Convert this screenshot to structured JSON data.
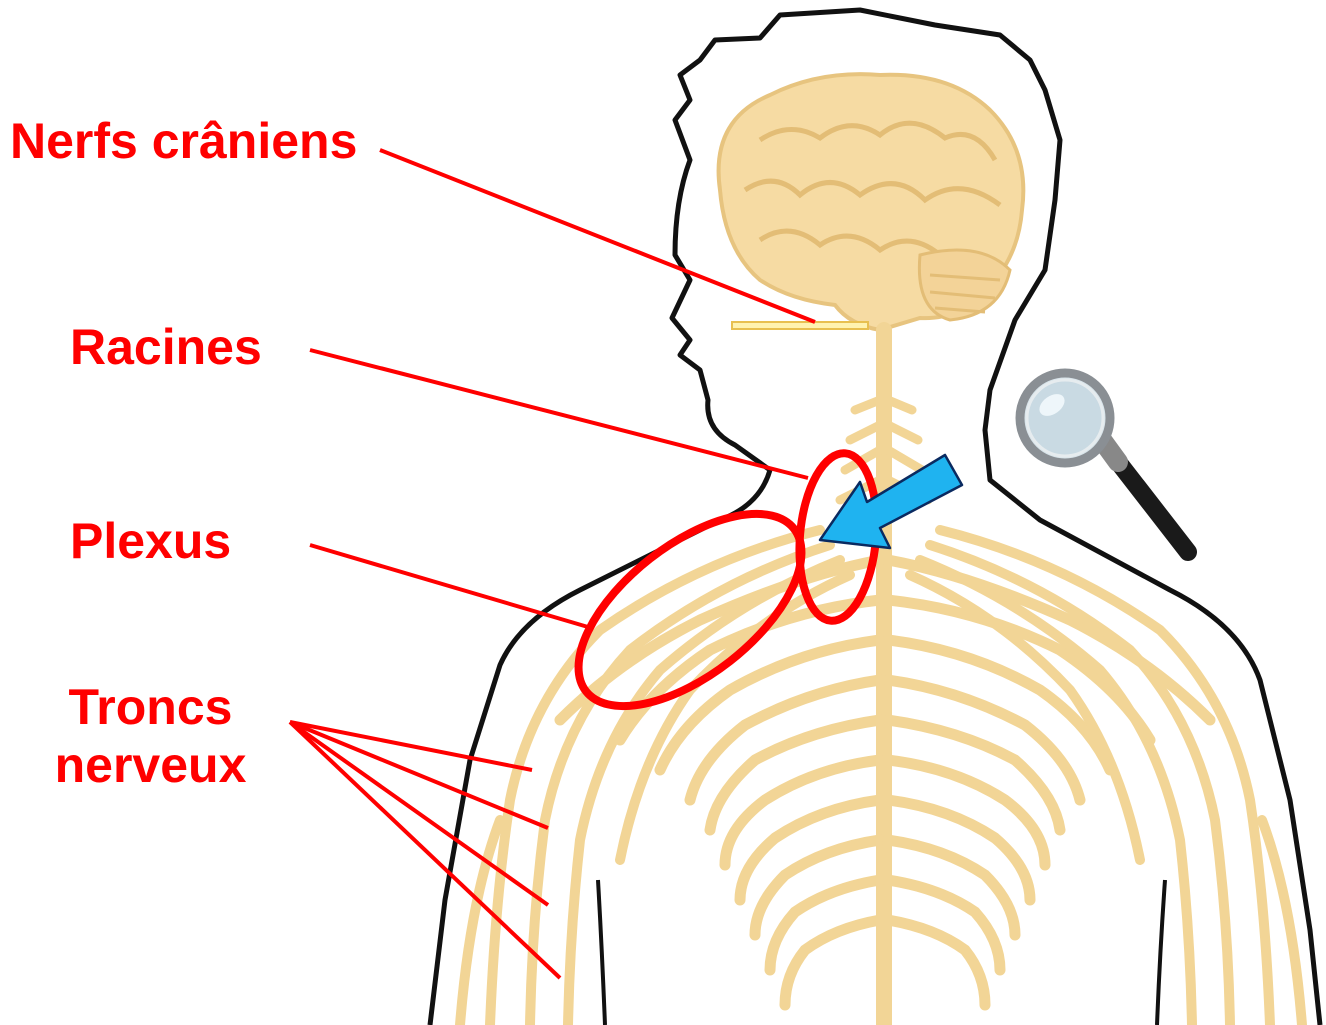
{
  "labels": {
    "cranial_nerves": "Nerfs crâniens",
    "roots": "Racines",
    "plexus": "Plexus",
    "trunks_line1": "Troncs",
    "trunks_line2": "nerveux"
  },
  "colors": {
    "annotation": "#ff0000",
    "nerve": "#f2d596",
    "nerve_dark": "#e8c27a",
    "outline": "#111111",
    "arrow": "#1fb3f0",
    "arrow_stroke": "#0a2a60"
  },
  "icons": {
    "magnifier": "magnifier-icon"
  }
}
